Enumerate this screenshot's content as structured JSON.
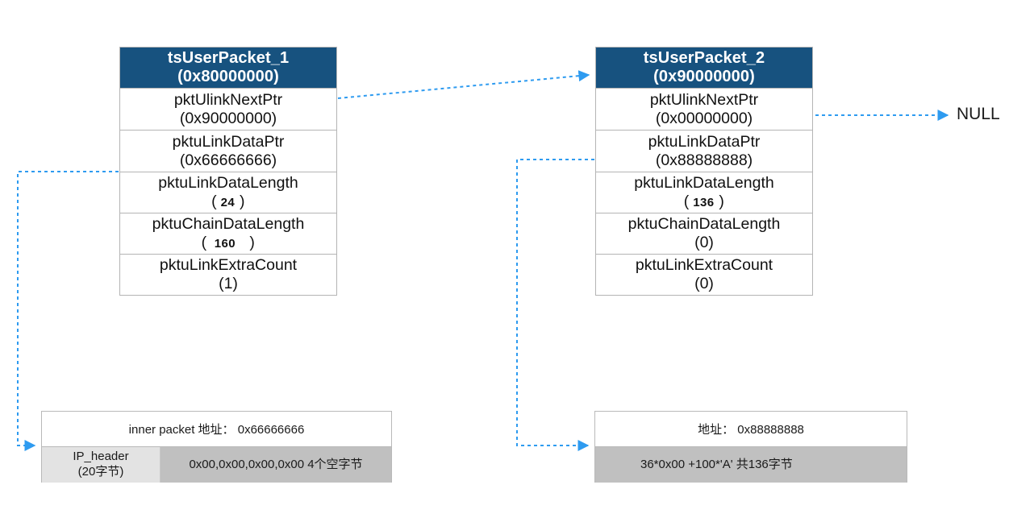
{
  "diagram": {
    "title": "tsUserPacket linked-list with inner packet buffers",
    "accent_color": "#17527f",
    "wire_color": "#2e9bf0",
    "buffer_fill": "#c0c0c0",
    "header_seg_fill": "#e3e3e3"
  },
  "structs": [
    {
      "id": "packet1",
      "header": {
        "name": "tsUserPacket_1",
        "address": "(0x80000000)"
      },
      "fields": [
        {
          "name": "pktUlinkNextPtr",
          "value": "(0x90000000)",
          "style": "plain"
        },
        {
          "name": "pktuLinkDataPtr",
          "value": "(0x66666666)",
          "style": "plain"
        },
        {
          "name": "pktuLinkDataLength",
          "value": "24",
          "style": "small"
        },
        {
          "name": "pktuChainDataLength",
          "value": "160",
          "style": "small-wide"
        },
        {
          "name": "pktuLinkExtraCount",
          "value": "(1)",
          "style": "plain"
        }
      ]
    },
    {
      "id": "packet2",
      "header": {
        "name": "tsUserPacket_2",
        "address": "(0x90000000)"
      },
      "fields": [
        {
          "name": "pktUlinkNextPtr",
          "value": "(0x00000000)",
          "style": "plain"
        },
        {
          "name": "pktuLinkDataPtr",
          "value": "(0x88888888)",
          "style": "plain"
        },
        {
          "name": "pktuLinkDataLength",
          "value": "136",
          "style": "small"
        },
        {
          "name": "pktuChainDataLength",
          "value": "(0)",
          "style": "plain"
        },
        {
          "name": "pktuLinkExtraCount",
          "value": "(0)",
          "style": "plain"
        }
      ]
    }
  ],
  "buffers": [
    {
      "id": "buffer1",
      "title": "inner packet 地址： 0x66666666",
      "segments": [
        {
          "id": "ip-header",
          "line1": "IP_header",
          "line2": "(20字节)",
          "fill": "light"
        },
        {
          "id": "payload",
          "line1": "0x00,0x00,0x00,0x00 4个空字节",
          "line2": "",
          "fill": "dark"
        }
      ]
    },
    {
      "id": "buffer2",
      "title": "地址： 0x88888888",
      "segments": [
        {
          "id": "payload",
          "line1": "36*0x00 +100*'A' 共136字节",
          "line2": "",
          "fill": "dark"
        }
      ]
    }
  ],
  "labels": {
    "null_terminator": "NULL"
  }
}
